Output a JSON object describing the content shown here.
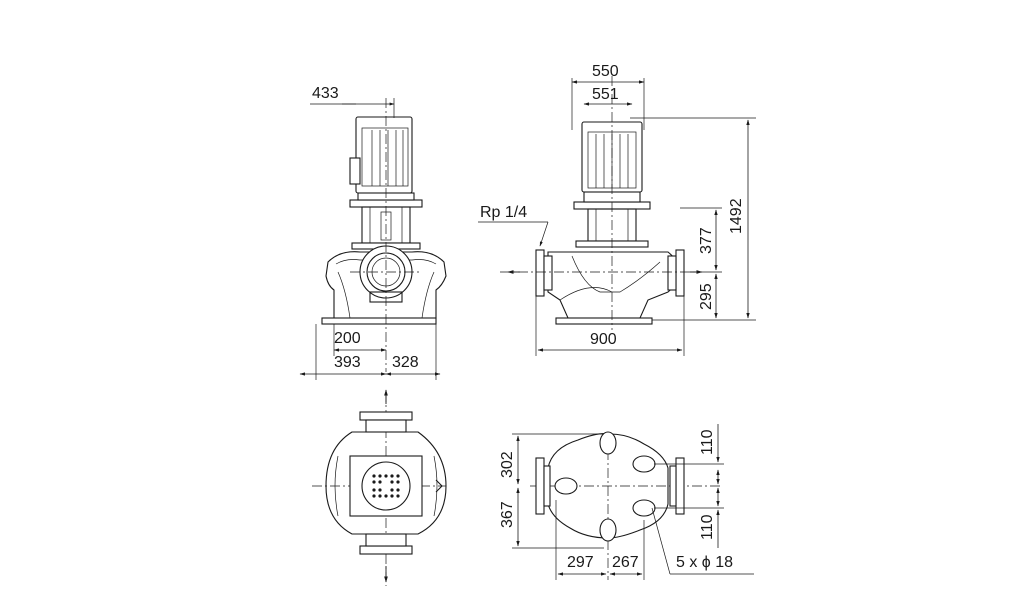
{
  "dimensions": {
    "motor_height_top": "433",
    "motor_width_outer": "550",
    "motor_width_inner": "551",
    "pipe_connection": "Rp 1/4",
    "upper_height": "377",
    "total_height": "1492",
    "lower_height": "295",
    "flange_length": "900",
    "center_offset": "200",
    "left_width": "393",
    "right_width": "328",
    "foot_upper_depth": "302",
    "foot_lower_depth": "367",
    "hole_offset_upper": "110",
    "hole_offset_lower": "110",
    "foot_left_width": "297",
    "foot_right_width": "267",
    "mounting_holes": "5 x ϕ 18"
  }
}
